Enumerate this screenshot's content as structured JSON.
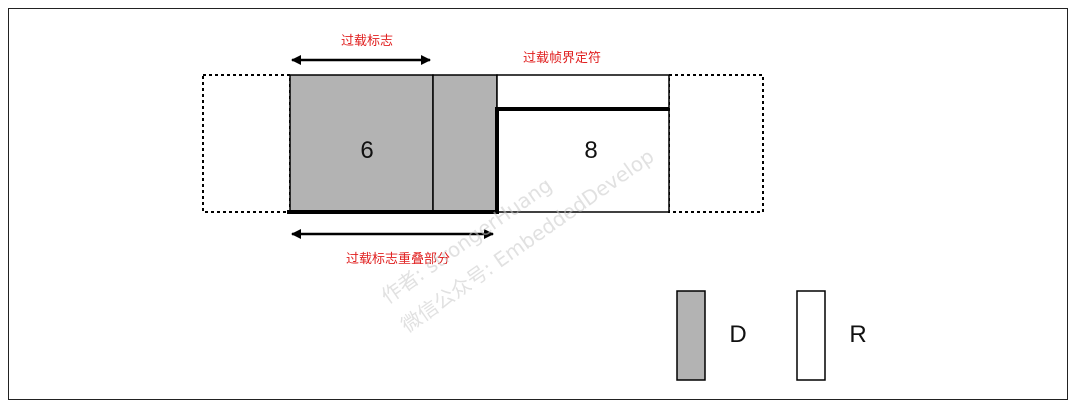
{
  "labels": {
    "overload_flag": "过载标志",
    "overload_delimiter": "过载帧界定符",
    "overload_overlap": "过载标志重叠部分",
    "field_6": "6",
    "field_8": "8"
  },
  "legend": {
    "dominant_label": "D",
    "recessive_label": "R"
  },
  "watermark": {
    "line1": "微信公众号: EmbeddedDevelop",
    "line2": "作者: strongerHuang"
  },
  "colors": {
    "dominant_fill": "#b3b3b3",
    "recessive_fill": "#ffffff",
    "label_red": "#e02020",
    "stroke": "#000000"
  }
}
